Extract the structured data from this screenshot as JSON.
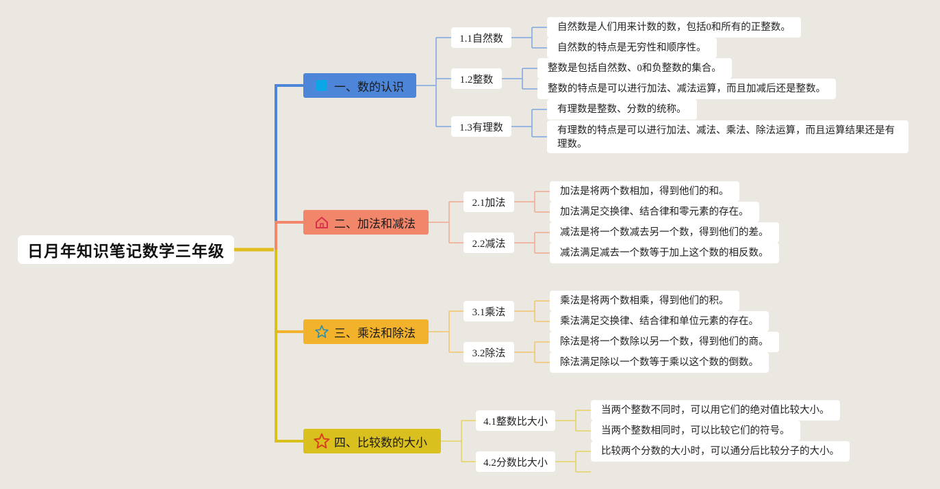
{
  "root": {
    "label": "日月年知识笔记数学三年级"
  },
  "colors": {
    "blue": "#4d86d8",
    "orange": "#f2866a",
    "yellow": "#f2b22c",
    "gold": "#d9c01e",
    "root_line": "#e0bc1e"
  },
  "branches": [
    {
      "label": "一、数的认识",
      "icon": "blue-square-icon",
      "subs": [
        {
          "label": "1.1自然数",
          "leaves": [
            "自然数是人们用来计数的数，包括0和所有的正整数。",
            "自然数的特点是无穷性和顺序性。"
          ]
        },
        {
          "label": "1.2整数",
          "leaves": [
            "整数是包括自然数、0和负整数的集合。",
            "整数的特点是可以进行加法、减法运算，而且加减后还是整数。"
          ]
        },
        {
          "label": "1.3有理数",
          "leaves": [
            "有理数是整数、分数的统称。",
            "有理数的特点是可以进行加法、减法、乘法、除法运算，而且运算结果还是有理数。"
          ]
        }
      ]
    },
    {
      "label": "二、加法和减法",
      "icon": "house-icon",
      "subs": [
        {
          "label": "2.1加法",
          "leaves": [
            "加法是将两个数相加，得到他们的和。",
            "加法满足交换律、结合律和零元素的存在。"
          ]
        },
        {
          "label": "2.2减法",
          "leaves": [
            "减法是将一个数减去另一个数，得到他们的差。",
            "减法满足减去一个数等于加上这个数的相反数。"
          ]
        }
      ]
    },
    {
      "label": "三、乘法和除法",
      "icon": "star-outline-icon",
      "subs": [
        {
          "label": "3.1乘法",
          "leaves": [
            "乘法是将两个数相乘，得到他们的积。",
            "乘法满足交换律、结合律和单位元素的存在。"
          ]
        },
        {
          "label": "3.2除法",
          "leaves": [
            "除法是将一个数除以另一个数，得到他们的商。",
            "除法满足除以一个数等于乘以这个数的倒数。"
          ]
        }
      ]
    },
    {
      "label": "四、比较数的大小",
      "icon": "red-star-icon",
      "subs": [
        {
          "label": "4.1整数比大小",
          "leaves": [
            "当两个整数不同时，可以用它们的绝对值比较大小。",
            "当两个整数相同时，可以比较它们的符号。"
          ]
        },
        {
          "label": "4.2分数比大小",
          "leaves": [
            "比较两个分数的大小时，可以通分后比较分子的大小。"
          ]
        }
      ]
    }
  ]
}
